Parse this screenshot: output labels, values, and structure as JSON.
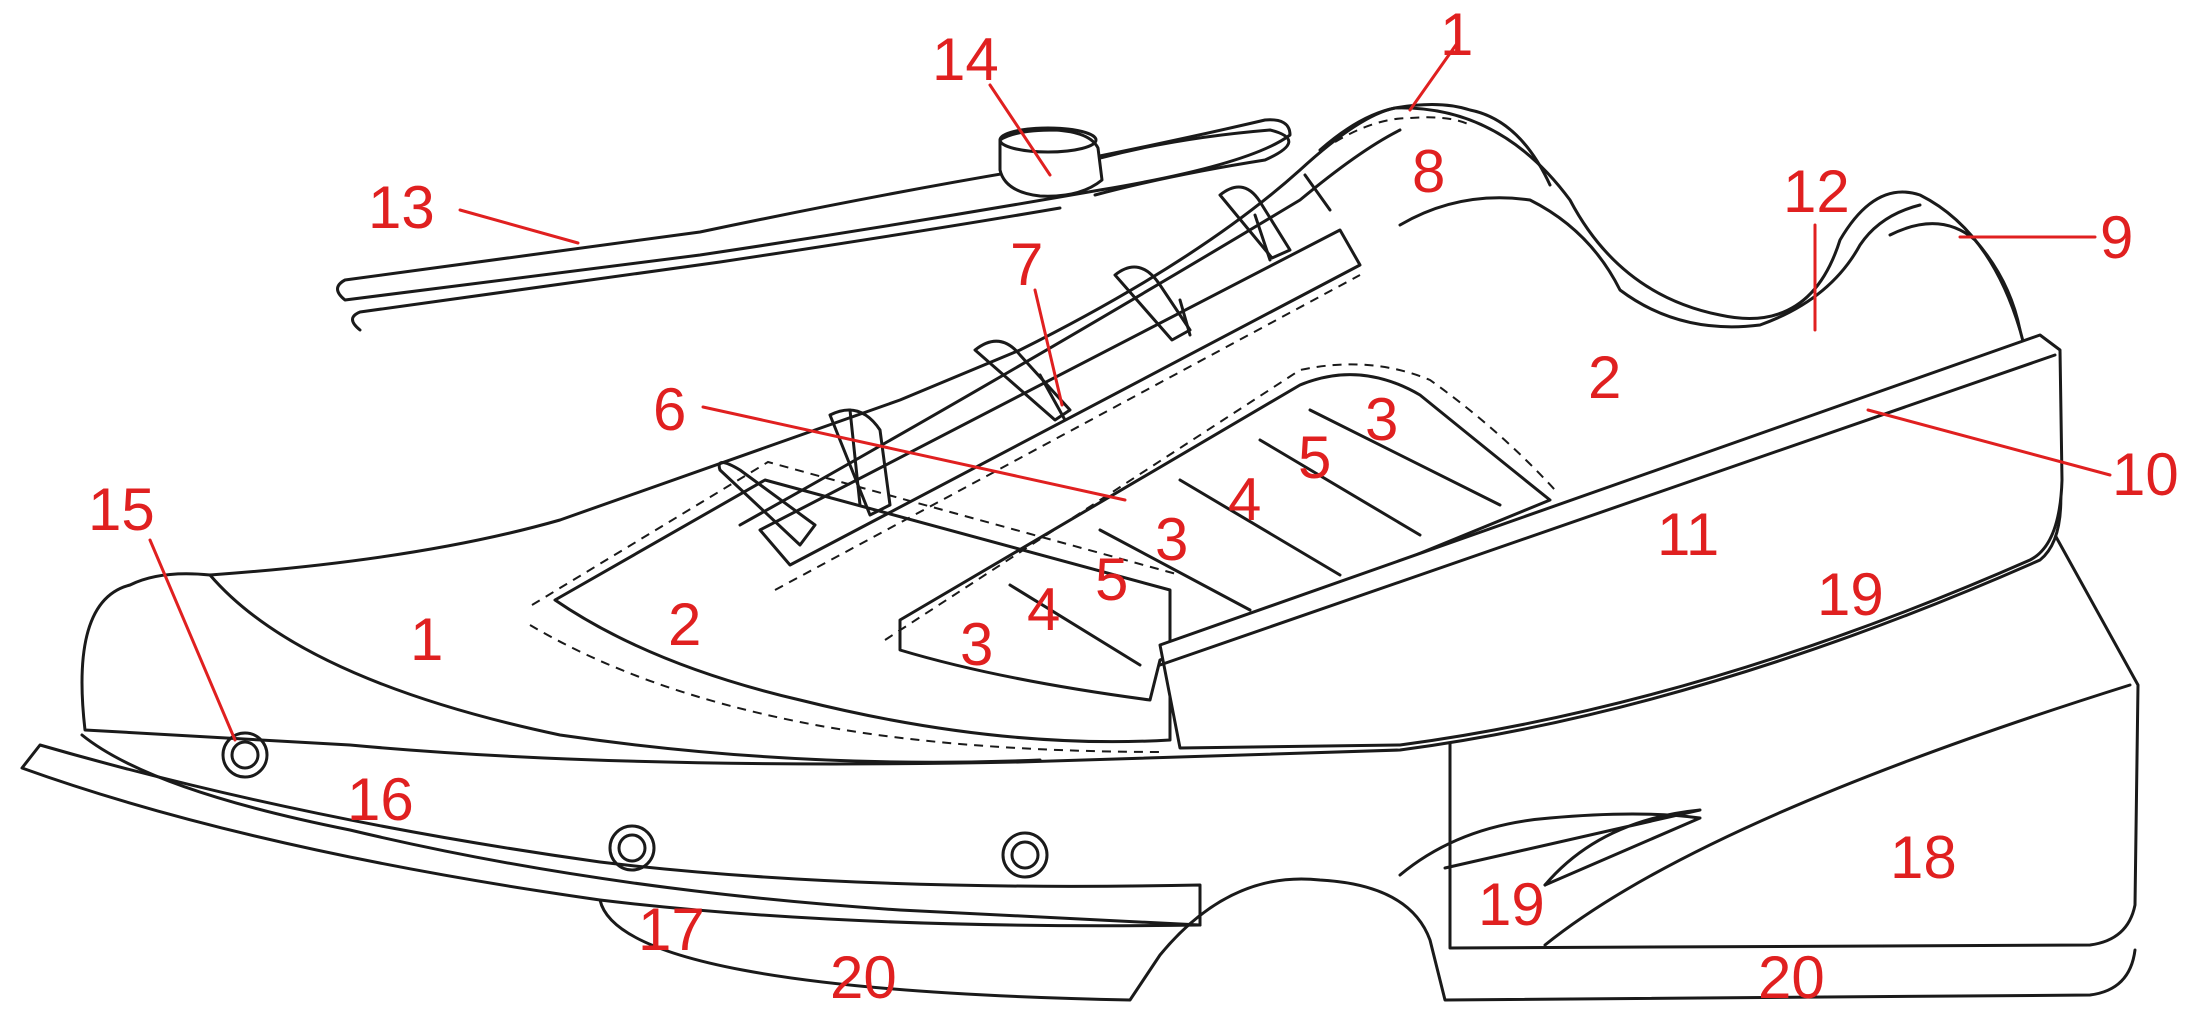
{
  "labels": [
    "1",
    "2",
    "3",
    "4",
    "5",
    "6",
    "7",
    "8",
    "9",
    "10",
    "11",
    "12",
    "13",
    "14",
    "15",
    "16",
    "17",
    "18",
    "19",
    "20"
  ],
  "colors": {
    "outline": "#1a1a1a",
    "label": "#e02020",
    "background": "#ffffff"
  }
}
